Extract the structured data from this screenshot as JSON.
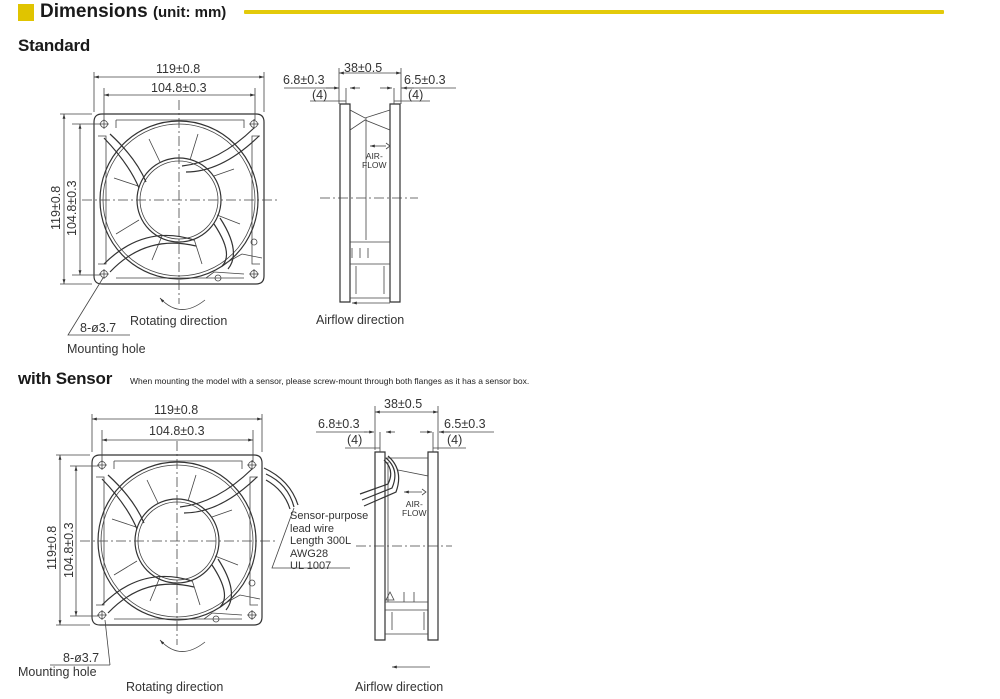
{
  "header": {
    "title": "Dimensions",
    "unit": "(unit: mm)",
    "accent_color": "#e3ca0a"
  },
  "standard": {
    "title": "Standard",
    "front": {
      "width_overall": "119±0.8",
      "width_holes": "104.8±0.3",
      "height_overall": "119±0.8",
      "height_holes": "104.8±0.3",
      "mounting_hole_spec": "8-ø3.7",
      "mounting_hole_label": "Mounting hole",
      "rotation_label": "Rotating direction"
    },
    "side": {
      "depth": "38±0.5",
      "left_flange": "6.8±0.3",
      "left_flange_sub": "(4)",
      "right_flange": "6.5±0.3",
      "right_flange_sub": "(4)",
      "airflow_tag_1": "AIR-",
      "airflow_tag_2": "FLOW",
      "airflow_label": "Airflow direction"
    }
  },
  "sensor": {
    "title": "with Sensor",
    "note": "When mounting the model with a sensor, please screw-mount through both flanges as it has a sensor box.",
    "front": {
      "width_overall": "119±0.8",
      "width_holes": "104.8±0.3",
      "height_overall": "119±0.8",
      "height_holes": "104.8±0.3",
      "mounting_hole_spec": "8-ø3.7",
      "mounting_hole_label": "Mounting hole",
      "rotation_label": "Rotating direction",
      "lead_wire": [
        "Sensor-purpose",
        "lead wire",
        "Length 300L",
        "AWG28",
        "UL 1007"
      ]
    },
    "side": {
      "depth": "38±0.5",
      "left_flange": "6.8±0.3",
      "left_flange_sub": "(4)",
      "right_flange": "6.5±0.3",
      "right_flange_sub": "(4)",
      "airflow_tag_1": "AIR-",
      "airflow_tag_2": "FLOW",
      "airflow_label": "Airflow direction"
    }
  }
}
